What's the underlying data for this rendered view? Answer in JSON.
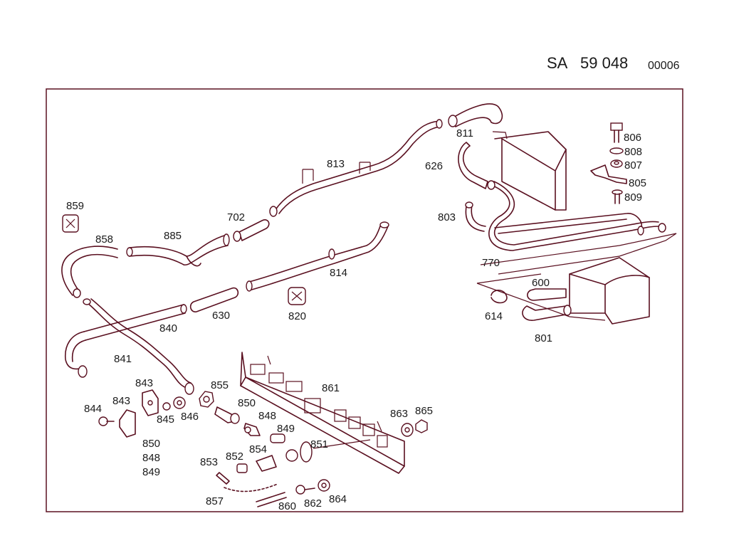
{
  "header": {
    "prefix": "SA",
    "number": "59 048",
    "suffix": "00006"
  },
  "colors": {
    "line": "#5a1020",
    "frame": "#5a1020",
    "text": "#1a1a1a",
    "background": "#ffffff"
  },
  "labels": {
    "p811": "811",
    "p813": "813",
    "p626": "626",
    "p806": "806",
    "p808": "808",
    "p807": "807",
    "p805": "805",
    "p809": "809",
    "p859": "859",
    "p858": "858",
    "p885": "885",
    "p702": "702",
    "p803": "803",
    "p770": "770",
    "p814": "814",
    "p600": "600",
    "p614": "614",
    "p801": "801",
    "p820": "820",
    "p630": "630",
    "p840": "840",
    "p841": "841",
    "p861": "861",
    "p843a": "843",
    "p843b": "843",
    "p844": "844",
    "p845": "845",
    "p846": "846",
    "p855": "855",
    "p850a": "850",
    "p848a": "848",
    "p849a": "849",
    "p850b": "850",
    "p848b": "848",
    "p849b": "849",
    "p863": "863",
    "p865": "865",
    "p854": "854",
    "p851": "851",
    "p852": "852",
    "p853": "853",
    "p857": "857",
    "p860": "860",
    "p862": "862",
    "p864": "864"
  }
}
